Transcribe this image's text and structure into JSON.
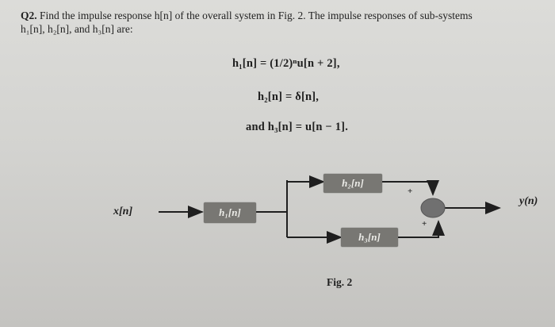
{
  "question": {
    "label": "Q2.",
    "line1": "Find the impulse response h[n] of the overall system in Fig. 2. The impulse responses of sub-systems",
    "line2": "h₁[n], h₂[n], and h₃[n] are:"
  },
  "equations": [
    "h₁[n] = (1/2)ⁿu[n + 2],",
    "h₂[n] = δ[n],",
    "and h₃[n] = u[n − 1]."
  ],
  "diagram": {
    "input": "x[n]",
    "output": "y(n)",
    "block1": "h₁[n]",
    "block2": "h₂[n]",
    "block3": "h₃[n]",
    "sum_sign_top": "+",
    "sum_sign_bottom": "+",
    "caption": "Fig. 2"
  },
  "colors": {
    "paper": "#d8d8d5",
    "block_fill": "#787773",
    "ink": "#1f1f1f"
  }
}
